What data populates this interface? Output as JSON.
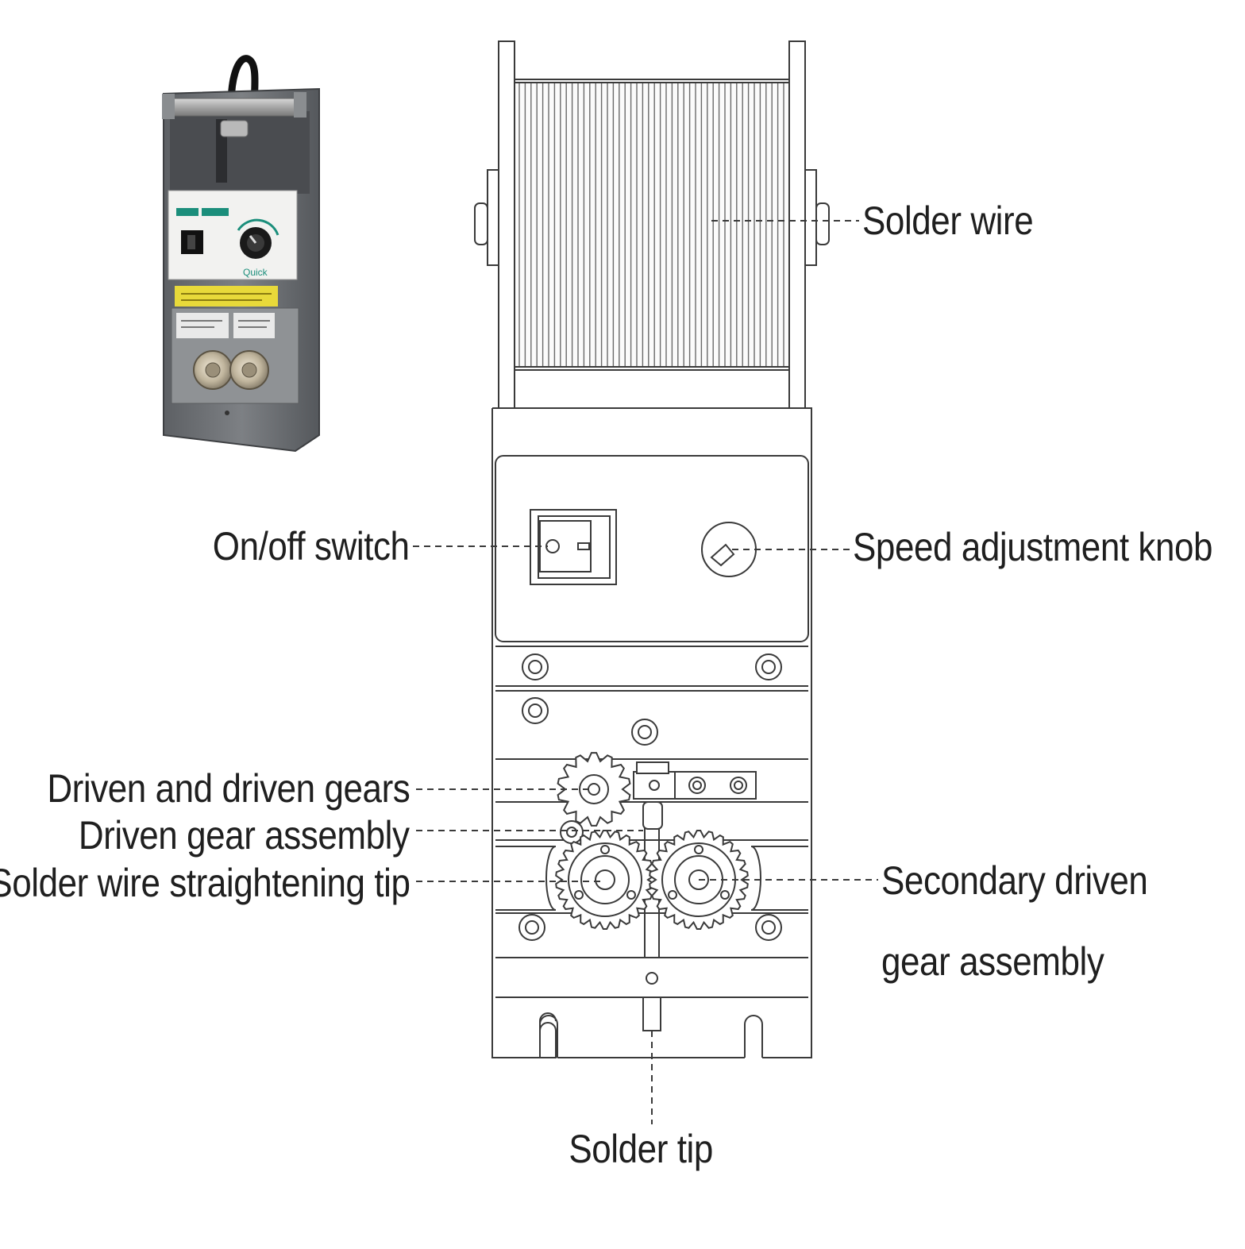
{
  "labels": {
    "solder_wire": "Solder wire",
    "on_off_switch": "On/off switch",
    "speed_knob": "Speed adjustment knob",
    "driven_gears": "Driven and driven gears",
    "driven_gear_assembly": "Driven gear assembly",
    "straightening_tip": "Solder wire straightening tip",
    "secondary_driven_line1": "Secondary driven",
    "secondary_driven_line2": "gear assembly",
    "solder_tip": "Solder tip"
  },
  "product_photo": {
    "brand_text": "Quick"
  },
  "colors": {
    "line": "#3a3a3a",
    "label": "#1f1f1f",
    "housing_gray": "#6e7174",
    "panel_white": "#f2f2f0",
    "warning_yellow": "#e8d93a"
  }
}
